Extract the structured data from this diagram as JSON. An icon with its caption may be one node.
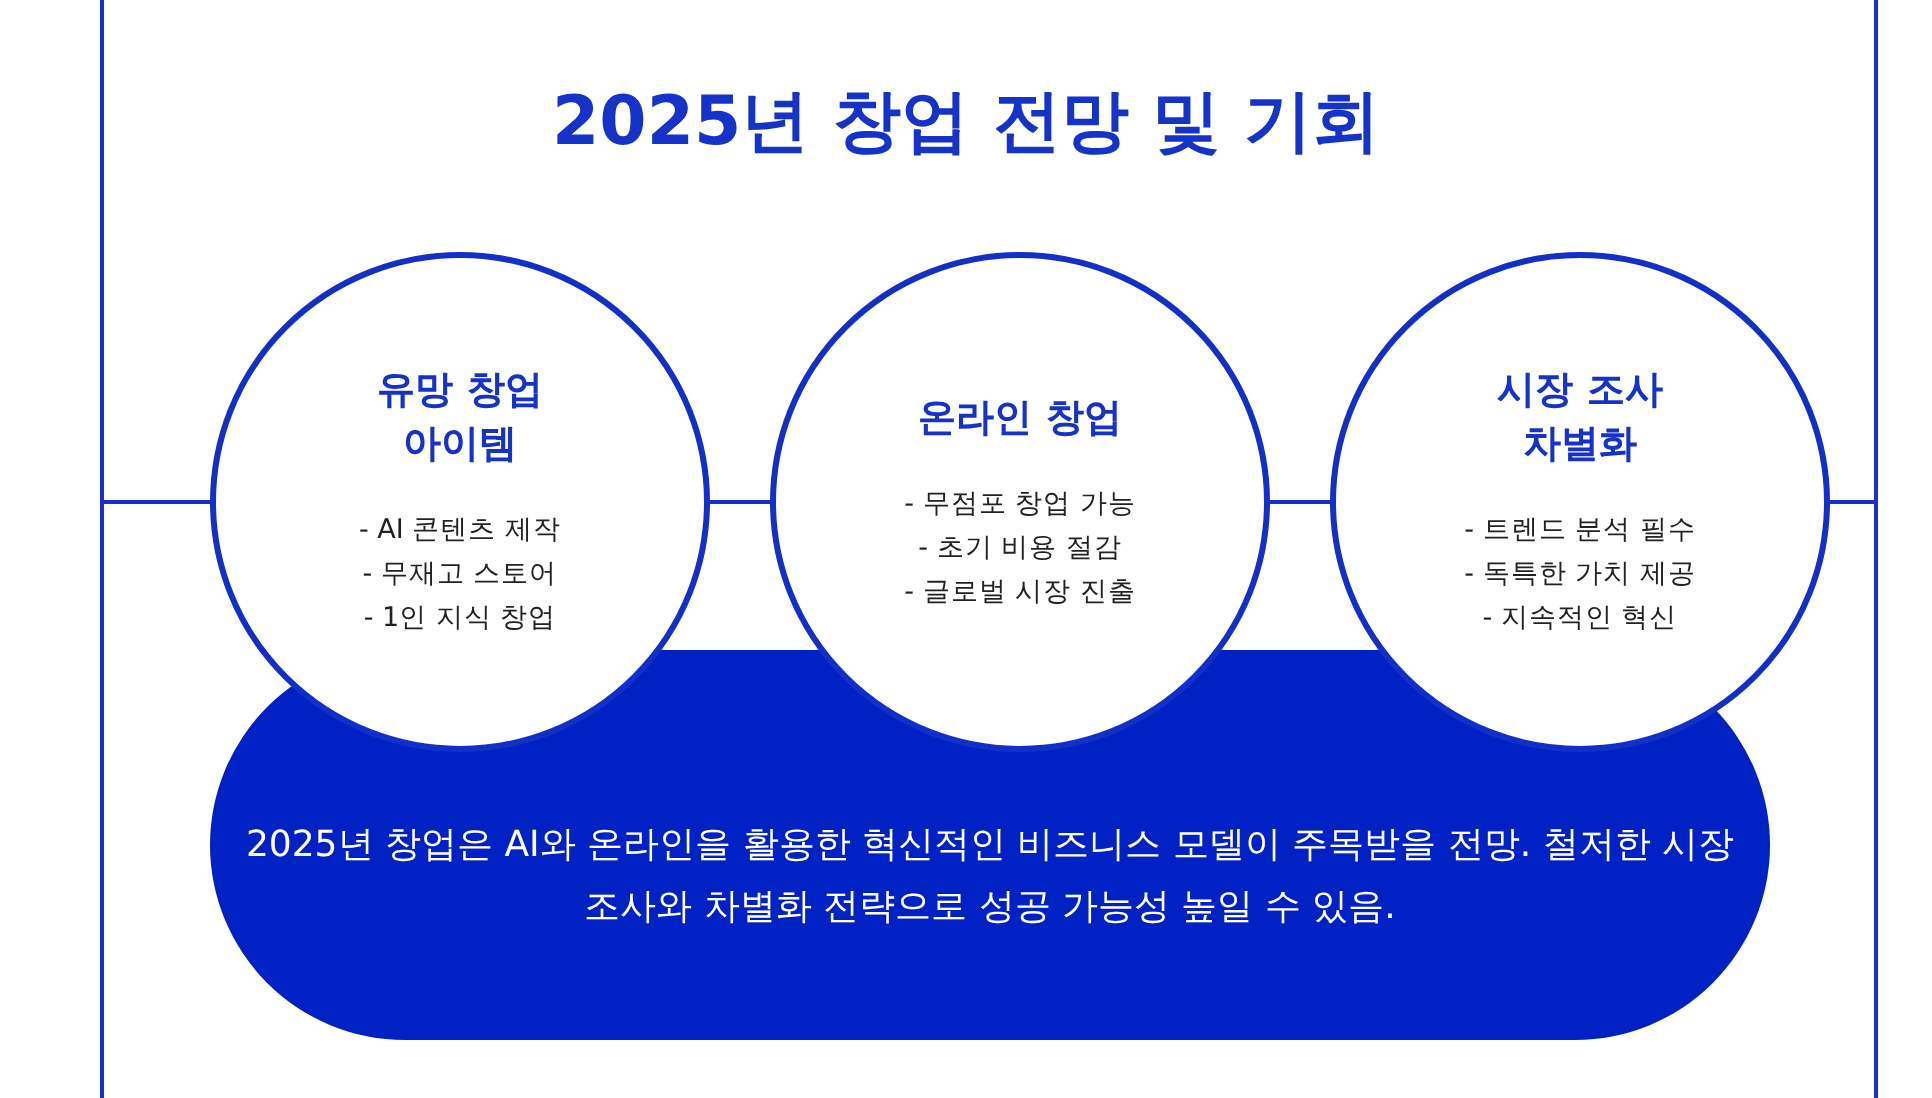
{
  "diagram": {
    "title": "2025년 창업 전망 및 기회",
    "nodes": [
      {
        "text": [
          "유망 창업 아이템",
          "- AI 콘텐츠 제작",
          "- 무재고 스토어",
          "- 1인 지식 창업"
        ]
      },
      {
        "text": [
          "온라인 창업",
          "- 무점포 창업 가능",
          "- 초기 비용 절감",
          "- 글로벌 시장 진출"
        ]
      },
      {
        "text": [
          "시장 조사 차별화",
          "- 트렌드 분석 필수",
          "- 독특한 가치 제공",
          "- 지속적인 혁신"
        ]
      },
      {
        "text": [
          "2025년 창업은 AI와 온라인을 활용한 혁신적인 비즈니스 모델이 주목받을 전망. 철저한 시장 조사와 차별화 전략으로 성공 가능성 높일 수 있음."
        ]
      }
    ],
    "edges": [
      {
        "from": 0,
        "to": 1,
        "arrow": "none"
      },
      {
        "from": 1,
        "to": 2,
        "arrow": "none"
      }
    ]
  }
}
